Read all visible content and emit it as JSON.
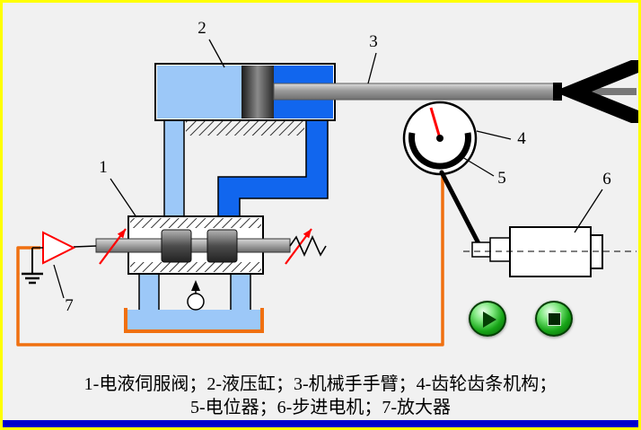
{
  "colors": {
    "frame_border": "#ffff00",
    "background": "#f1f1f1",
    "bottom_bar": "#0000cc",
    "pipe_light_blue": "#9cc8f8",
    "pipe_dark_blue": "#1166ee",
    "wire_orange": "#f07010",
    "accent_red": "#ff0000",
    "button_green": "#17a517"
  },
  "component_labels": {
    "servo_valve": "1",
    "hydraulic_cylinder": "2",
    "manipulator_arm": "3",
    "gear_rack_mechanism": "4",
    "potentiometer": "5",
    "stepper_motor": "6",
    "amplifier": "7"
  },
  "caption": {
    "line1": "1-电液伺服阀；2-液压缸；3-机械手手臂；4-齿轮齿条机构；",
    "line2": "5-电位器；6-步进电机；7-放大器"
  },
  "controls": {
    "play_icon": "play-icon",
    "stop_icon": "stop-icon"
  }
}
